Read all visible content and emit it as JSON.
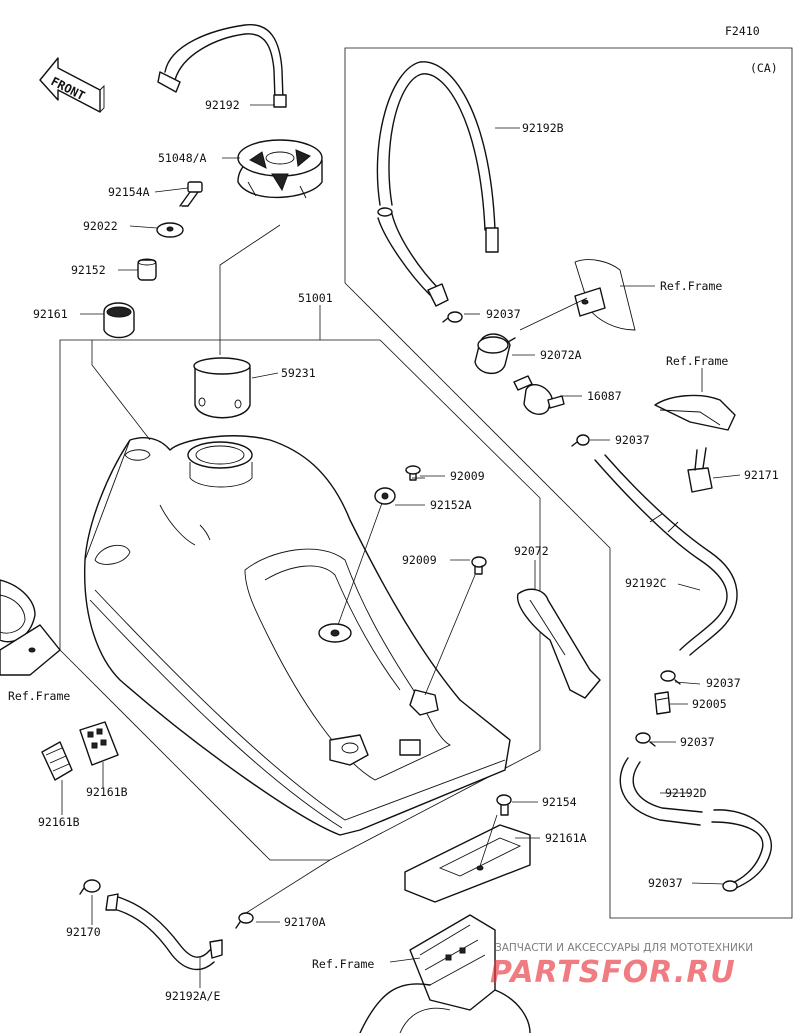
{
  "diagram_code": "F2410",
  "region_tag": "(CA)",
  "front_label": "FRONT",
  "watermark": {
    "top_text": "ЗАПЧАСТИ И АКСЕССУАРЫ ДЛЯ МОТОТЕХНИКИ",
    "brand": "PARTSFOR.RU",
    "brand_color": "#e8303a"
  },
  "labels": [
    {
      "id": "92192",
      "text": "92192"
    },
    {
      "id": "51048A",
      "text": "51048/A"
    },
    {
      "id": "92154A",
      "text": "92154A"
    },
    {
      "id": "92022",
      "text": "92022"
    },
    {
      "id": "92152",
      "text": "92152"
    },
    {
      "id": "92161",
      "text": "92161"
    },
    {
      "id": "51001",
      "text": "51001"
    },
    {
      "id": "59231",
      "text": "59231"
    },
    {
      "id": "92192B",
      "text": "92192B"
    },
    {
      "id": "ref-frame-1",
      "text": "Ref.Frame"
    },
    {
      "id": "92037-1",
      "text": "92037"
    },
    {
      "id": "92072A",
      "text": "92072A"
    },
    {
      "id": "16087",
      "text": "16087"
    },
    {
      "id": "92037-2",
      "text": "92037"
    },
    {
      "id": "ref-frame-2",
      "text": "Ref.Frame"
    },
    {
      "id": "92171",
      "text": "92171"
    },
    {
      "id": "92009-1",
      "text": "92009"
    },
    {
      "id": "92152A",
      "text": "92152A"
    },
    {
      "id": "92009-2",
      "text": "92009"
    },
    {
      "id": "92072",
      "text": "92072"
    },
    {
      "id": "92192C",
      "text": "92192C"
    },
    {
      "id": "92037-3",
      "text": "92037"
    },
    {
      "id": "92005",
      "text": "92005"
    },
    {
      "id": "92037-4",
      "text": "92037"
    },
    {
      "id": "92192D",
      "text": "92192D"
    },
    {
      "id": "ref-frame-3",
      "text": "Ref.Frame"
    },
    {
      "id": "92161B-1",
      "text": "92161B"
    },
    {
      "id": "92161B-2",
      "text": "92161B"
    },
    {
      "id": "92154",
      "text": "92154"
    },
    {
      "id": "92161A",
      "text": "92161A"
    },
    {
      "id": "92037-5",
      "text": "92037"
    },
    {
      "id": "92170",
      "text": "92170"
    },
    {
      "id": "92170A",
      "text": "92170A"
    },
    {
      "id": "92192AE",
      "text": "92192A/E"
    },
    {
      "id": "ref-frame-4",
      "text": "Ref.Frame"
    }
  ]
}
